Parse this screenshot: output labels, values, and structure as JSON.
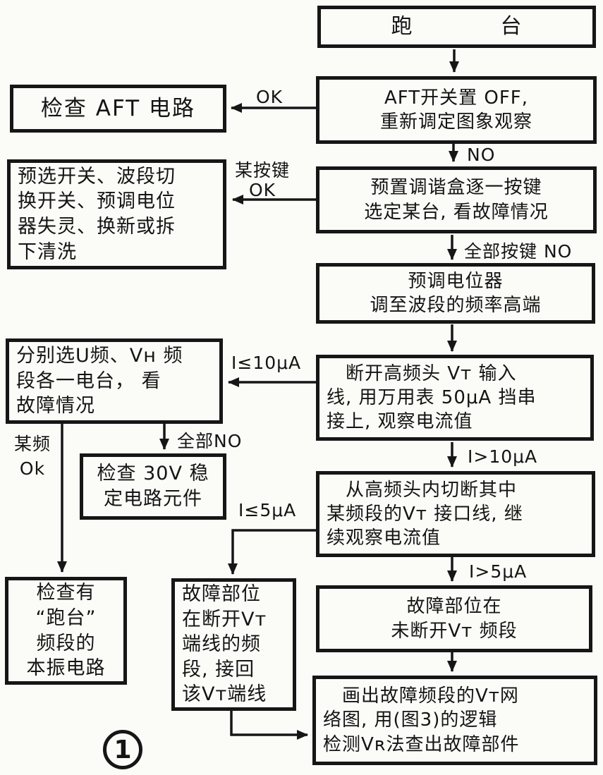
{
  "figure_number": "1",
  "colors": {
    "ink": "#161616",
    "paper": "#fbfbf8"
  },
  "boxes": {
    "start": {
      "text": "跑　　　　台"
    },
    "reset_aft": {
      "text": "AFT开关置 OFF,\n重新调定图象观察"
    },
    "check_aft": {
      "text": "检查 AFT 电路"
    },
    "preset_tuner": {
      "text": "预置调谐盒逐一按键\n选定某台, 看故障情况"
    },
    "switch_service": {
      "text": "预选开关、波段切\n换开关、预调电位\n器失灵、换新或拆\n下清洗"
    },
    "preset_pot": {
      "text": "预调电位器\n调至波段的频率高端"
    },
    "disconnect_vt": {
      "text": "　断开高频头 Vᴛ 输入\n线, 用万用表 50μA 挡串\n接上, 观察电流值"
    },
    "select_uv": {
      "text": "分别选U频、Vʜ 频\n段各一电台， 看\n故障情况"
    },
    "check_30v": {
      "text": "检查 30V 稳\n定电路元件"
    },
    "cut_band_vt": {
      "text": "　从高频头内切断其中\n某频段的Vᴛ 接口线, 继\n续观察电流值"
    },
    "check_osc": {
      "text": "检查有\n“跑台”\n频段的\n本振电路"
    },
    "fault_open_vt": {
      "text": "故障部位\n在断开Vᴛ\n端线的频\n段, 接回\n该Vᴛ端线"
    },
    "fault_closed_vt": {
      "text": "故障部位在\n未断开Vᴛ 频段"
    },
    "draw_network": {
      "text": "　画出故障频段的Vᴛ网\n络图, 用(图3)的逻辑\n检测Vʀ法查出故障部件"
    }
  },
  "edge_labels": {
    "ok": "OK",
    "no": "NO",
    "some_key_ok": "某按键\nOK",
    "all_keys_no": "全部按键 NO",
    "i_le_10": "I≤10μA",
    "i_gt_10": "I>10μA",
    "some_freq_ok": "某频\nOk",
    "all_no": "全部NO",
    "i_le_5": "I≤5μA",
    "i_gt_5": "I>5μA"
  }
}
